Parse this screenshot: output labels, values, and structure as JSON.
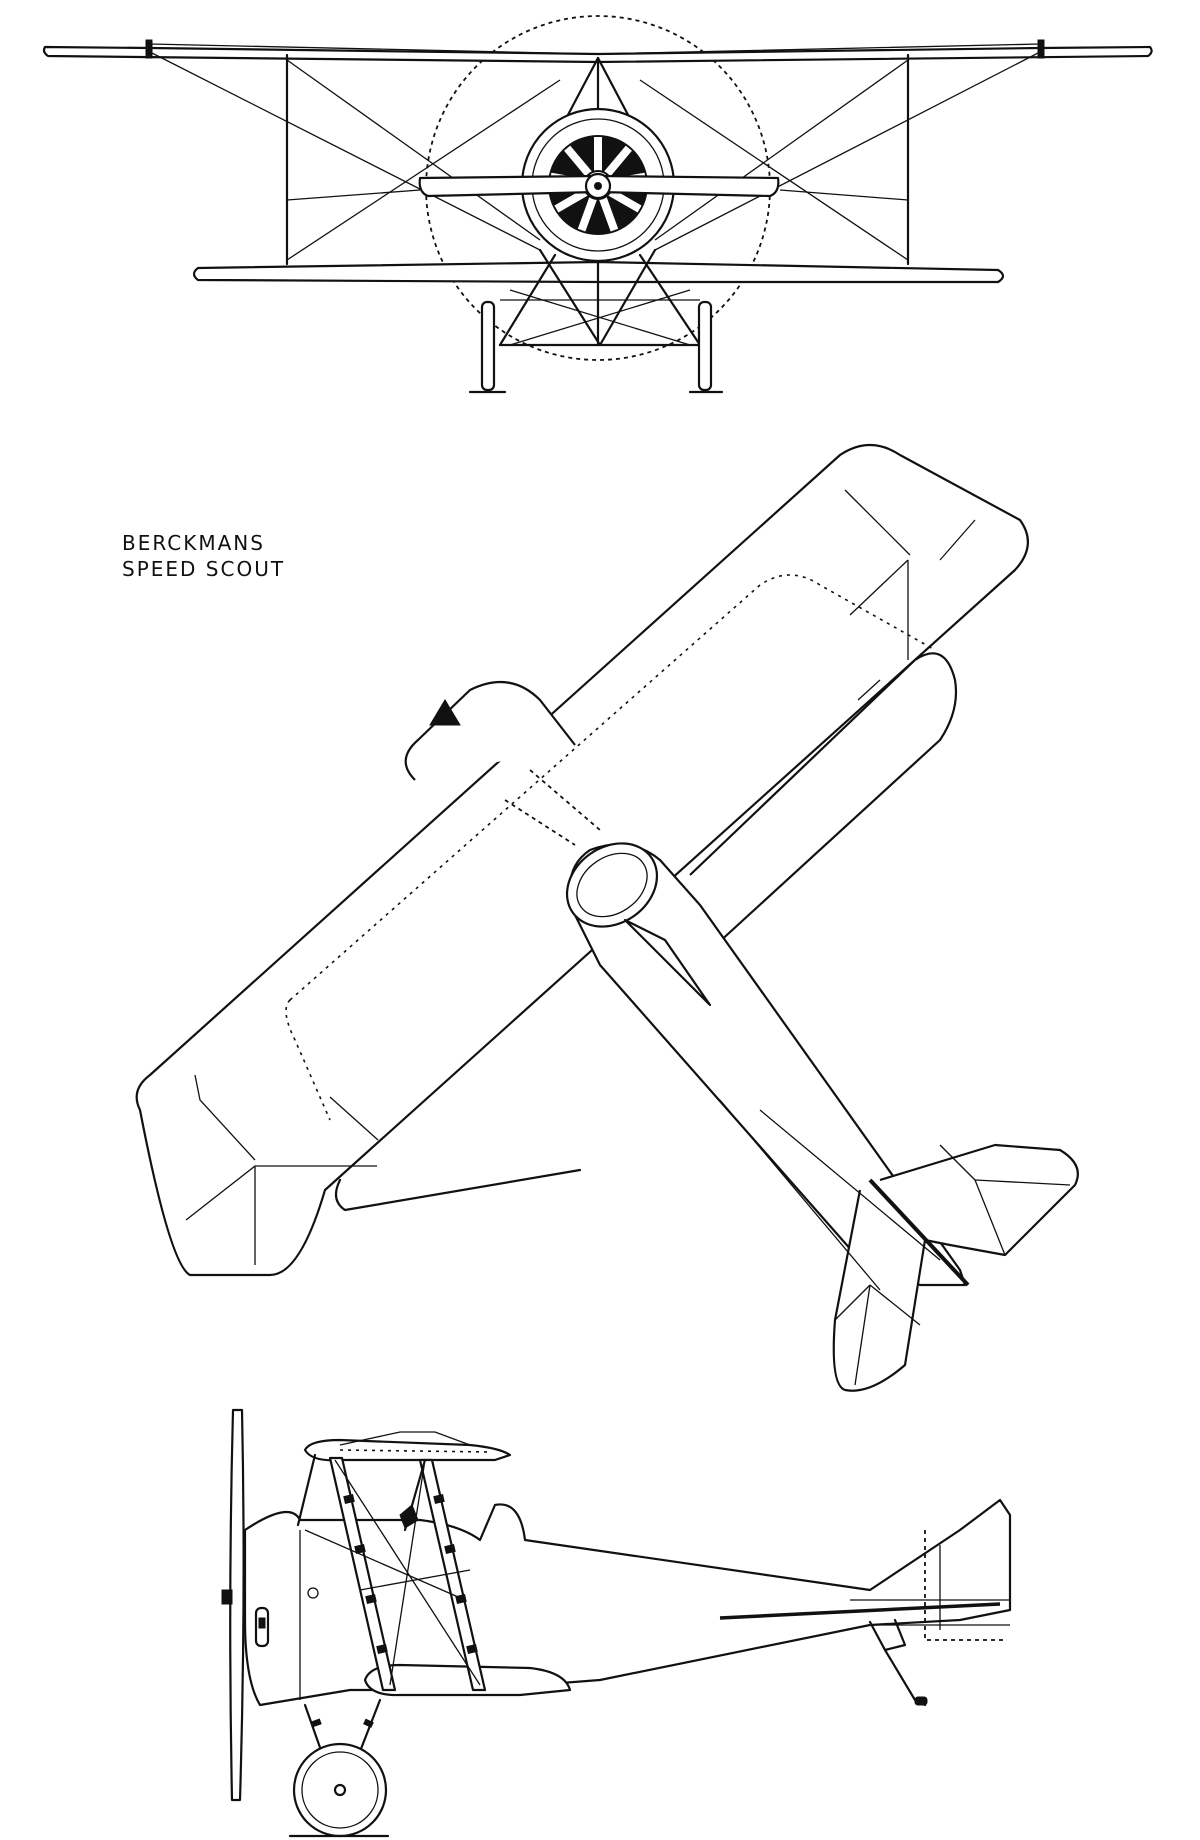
{
  "title": {
    "line1": "BERCKMANS",
    "line2": "SPEED SCOUT"
  },
  "views": [
    "front-view",
    "plan-view",
    "side-view"
  ],
  "colors": {
    "ink": "#111111",
    "paper": "#ffffff"
  }
}
